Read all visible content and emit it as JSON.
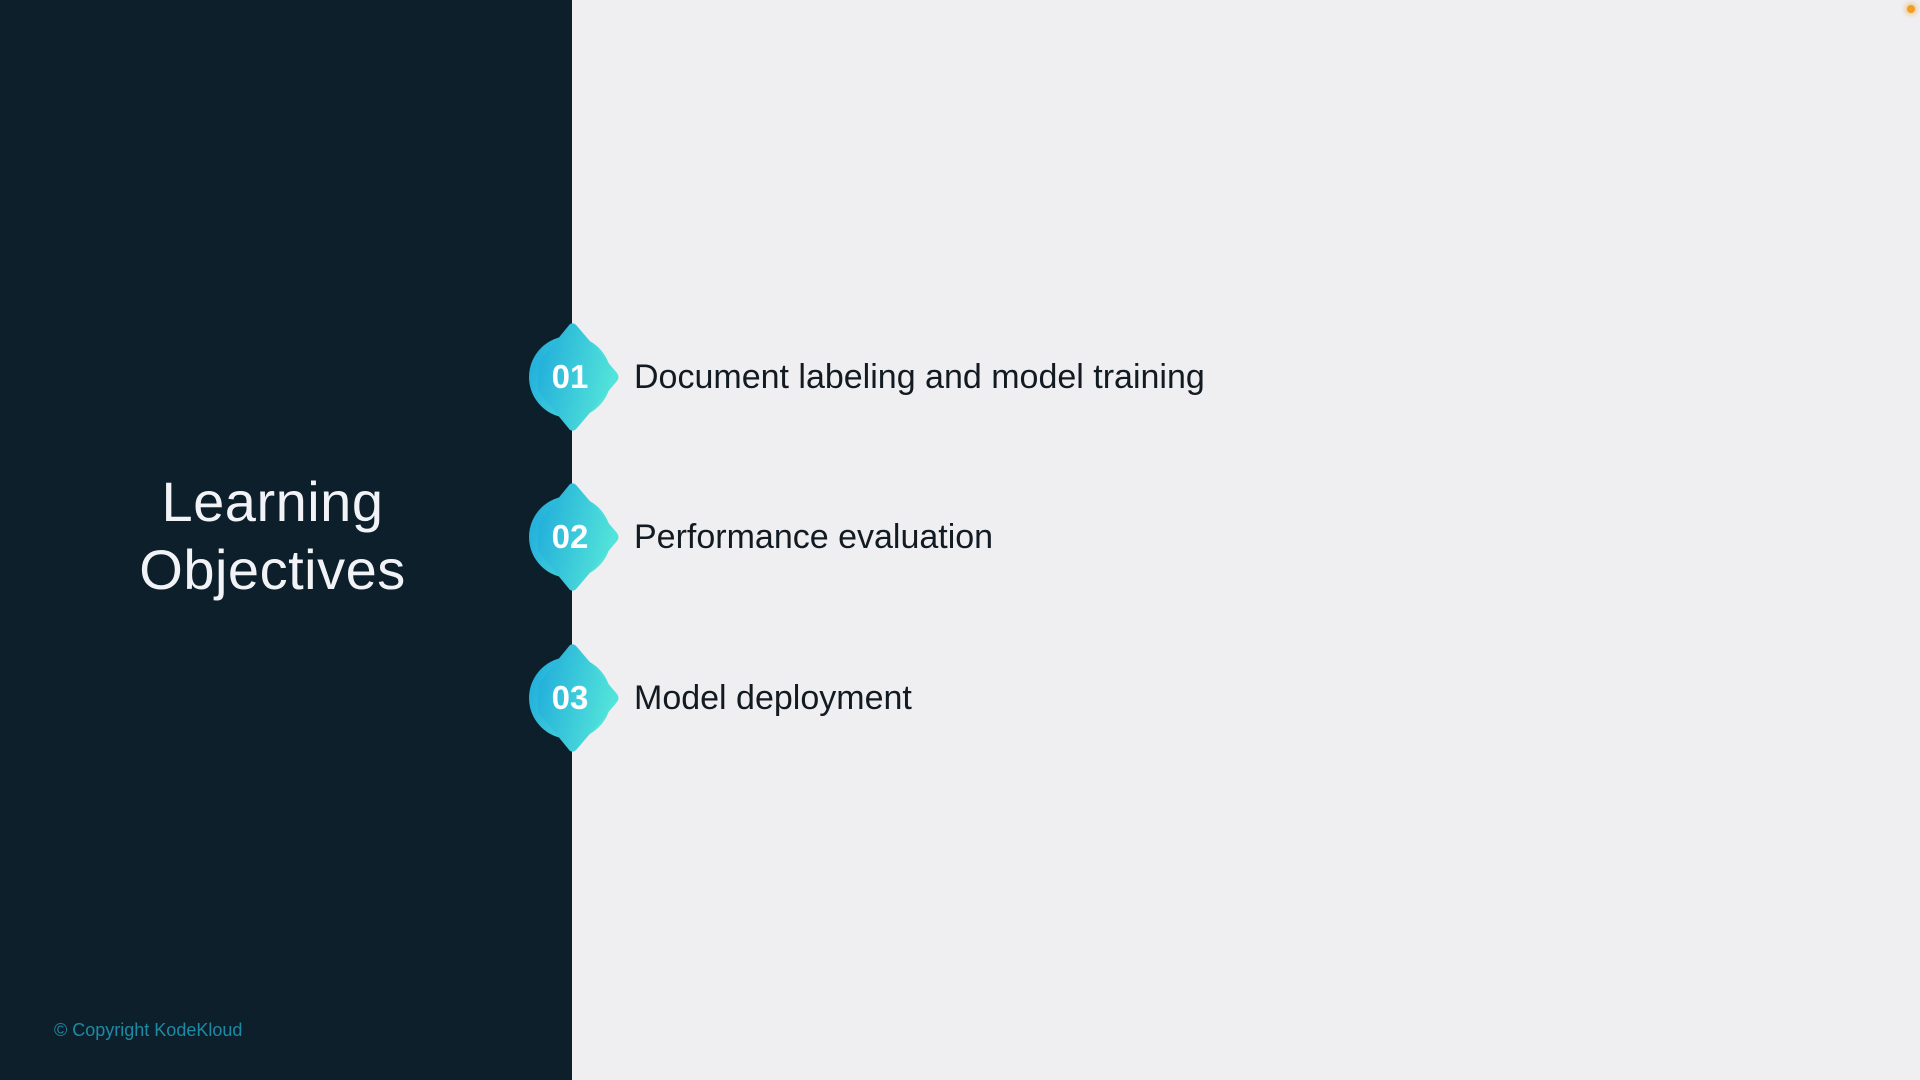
{
  "slide": {
    "title_lines": [
      "Learning",
      "Objectives"
    ],
    "copyright": "© Copyright KodeKloud",
    "objectives": [
      {
        "number": "01",
        "label": "Document labeling and model training"
      },
      {
        "number": "02",
        "label": "Performance evaluation"
      },
      {
        "number": "03",
        "label": "Model deployment"
      }
    ]
  },
  "colors": {
    "left_panel": "#0d1f2b",
    "right_background": "#efeef1",
    "badge_gradient_start": "#1fb0dc",
    "badge_gradient_end": "#4fe0dc",
    "objective_text": "#121a22",
    "copyright_text": "#1d8aa6",
    "recording_dot": "#f0a020"
  }
}
